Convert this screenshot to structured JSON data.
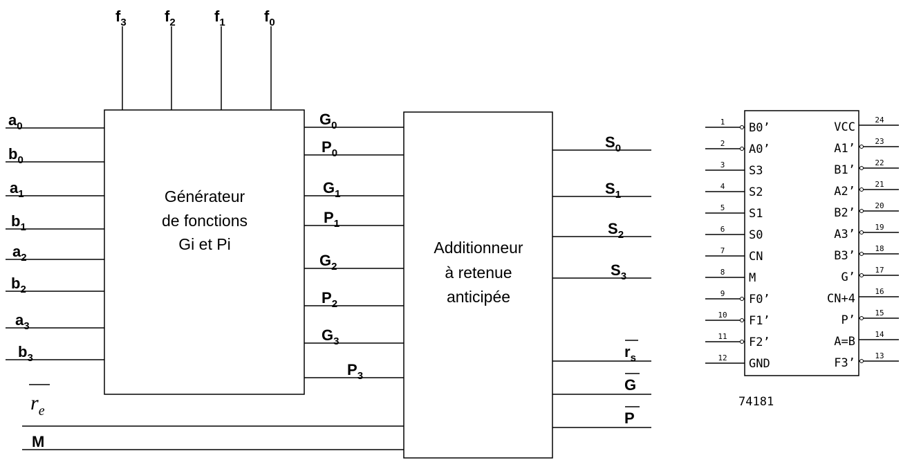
{
  "generator": {
    "label_lines": [
      "Générateur",
      "de fonctions",
      "Gi et Pi"
    ],
    "inputs": [
      {
        "base": "a",
        "sub": "0"
      },
      {
        "base": "b",
        "sub": "0"
      },
      {
        "base": "a",
        "sub": "1"
      },
      {
        "base": "b",
        "sub": "1"
      },
      {
        "base": "a",
        "sub": "2"
      },
      {
        "base": "b",
        "sub": "2"
      },
      {
        "base": "a",
        "sub": "3"
      },
      {
        "base": "b",
        "sub": "3"
      }
    ],
    "function_inputs": [
      {
        "base": "f",
        "sub": "3"
      },
      {
        "base": "f",
        "sub": "2"
      },
      {
        "base": "f",
        "sub": "1"
      },
      {
        "base": "f",
        "sub": "0"
      }
    ],
    "outputs": [
      {
        "base": "G",
        "sub": "0"
      },
      {
        "base": "P",
        "sub": "0"
      },
      {
        "base": "G",
        "sub": "1"
      },
      {
        "base": "P",
        "sub": "1"
      },
      {
        "base": "G",
        "sub": "2"
      },
      {
        "base": "P",
        "sub": "2"
      },
      {
        "base": "G",
        "sub": "3"
      },
      {
        "base": "P",
        "sub": "3"
      }
    ]
  },
  "adder": {
    "label_lines": [
      "Additionneur",
      "à retenue",
      "anticipée"
    ],
    "sum_outputs": [
      {
        "base": "S",
        "sub": "0"
      },
      {
        "base": "S",
        "sub": "1"
      },
      {
        "base": "S",
        "sub": "2"
      },
      {
        "base": "S",
        "sub": "3"
      }
    ],
    "carry_outputs": [
      {
        "base": "r",
        "sub": "s"
      },
      {
        "base": "G",
        "sub": ""
      },
      {
        "base": "P",
        "sub": ""
      }
    ],
    "carry_in": {
      "base": "r",
      "sub": "e"
    },
    "mode": {
      "base": "M",
      "sub": ""
    }
  },
  "chip": {
    "name": "74181",
    "left_pins": [
      {
        "num": "1",
        "name": "B0’",
        "inverted": true
      },
      {
        "num": "2",
        "name": "A0’",
        "inverted": true
      },
      {
        "num": "3",
        "name": "S3",
        "inverted": false
      },
      {
        "num": "4",
        "name": "S2",
        "inverted": false
      },
      {
        "num": "5",
        "name": "S1",
        "inverted": false
      },
      {
        "num": "6",
        "name": "S0",
        "inverted": false
      },
      {
        "num": "7",
        "name": "CN",
        "inverted": false
      },
      {
        "num": "8",
        "name": "M",
        "inverted": false
      },
      {
        "num": "9",
        "name": "F0’",
        "inverted": true
      },
      {
        "num": "10",
        "name": "F1’",
        "inverted": true
      },
      {
        "num": "11",
        "name": "F2’",
        "inverted": true
      },
      {
        "num": "12",
        "name": "GND",
        "inverted": false
      }
    ],
    "right_pins": [
      {
        "num": "24",
        "name": "VCC",
        "inverted": false
      },
      {
        "num": "23",
        "name": "A1’",
        "inverted": true
      },
      {
        "num": "22",
        "name": "B1’",
        "inverted": true
      },
      {
        "num": "21",
        "name": "A2’",
        "inverted": true
      },
      {
        "num": "20",
        "name": "B2’",
        "inverted": true
      },
      {
        "num": "19",
        "name": "A3’",
        "inverted": true
      },
      {
        "num": "18",
        "name": "B3’",
        "inverted": true
      },
      {
        "num": "17",
        "name": "G’",
        "inverted": true
      },
      {
        "num": "16",
        "name": "CN+4",
        "inverted": false
      },
      {
        "num": "15",
        "name": "P’",
        "inverted": true
      },
      {
        "num": "14",
        "name": "A=B",
        "inverted": false
      },
      {
        "num": "13",
        "name": "F3’",
        "inverted": true
      }
    ]
  }
}
